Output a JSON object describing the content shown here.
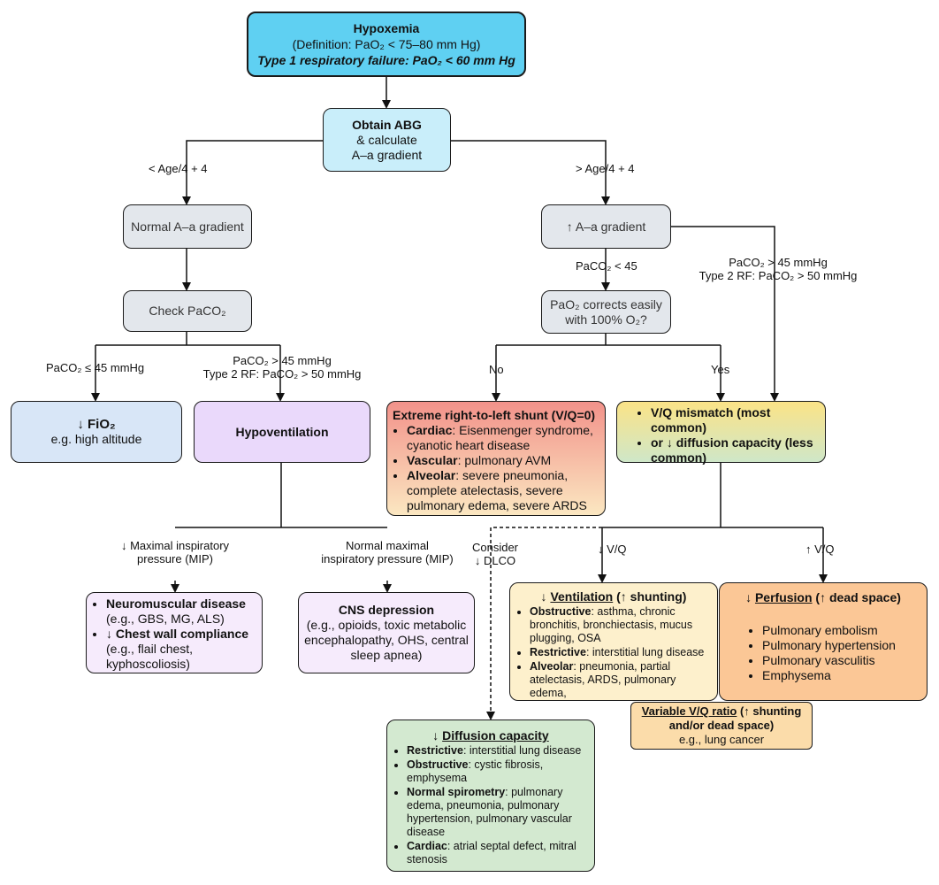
{
  "hypoxemia": {
    "title": "Hypoxemia",
    "definition": "(Definition: PaO₂ < 75–80 mm Hg)",
    "type1": "Type 1 respiratory failure: PaO₂ < 60 mm Hg"
  },
  "abg": {
    "title": "Obtain ABG",
    "line2": "& calculate",
    "line3": "A–a gradient"
  },
  "labels": {
    "age_low": "< Age/4 + 4",
    "age_high": "> Age/4 + 4",
    "paco2_le45": "PaCO₂ ≤ 45 mmHg",
    "paco2_gt45_left": "PaCO₂ > 45 mmHg",
    "type2_left": "Type 2 RF: PaCO₂ > 50 mmHg",
    "paco2_lt45": "PaCO₂ < 45",
    "paco2_gt45_right": "PaCO₂ > 45 mmHg",
    "type2_right": "Type 2 RF: PaCO₂ > 50 mmHg",
    "no": "No",
    "yes": "Yes",
    "mip_low_1": "↓ Maximal inspiratory",
    "mip_low_2": "pressure (MIP)",
    "mip_normal_1": "Normal maximal",
    "mip_normal_2": "inspiratory pressure (MIP)",
    "consider_1": "Consider",
    "consider_2": "↓ DLCO",
    "vq_low": "↓ V/Q",
    "vq_high": "↑ V/Q"
  },
  "normal_gradient": {
    "label": "Normal A–a gradient"
  },
  "check_paco2": {
    "label": "Check PaCO₂"
  },
  "fio2": {
    "title": "↓ FiO₂",
    "example": "e.g. high altitude"
  },
  "hypoventilation": {
    "title": "Hypoventilation"
  },
  "neuromuscular": {
    "item1_title": "Neuromuscular disease",
    "item1_detail": "(e.g., GBS, MG, ALS)",
    "item2_title": "↓ Chest wall compliance",
    "item2_detail": "(e.g., flail chest, kyphoscoliosis)"
  },
  "cns": {
    "title": "CNS depression",
    "detail": "(e.g., opioids, toxic metabolic encephalopathy, OHS, central sleep apnea)"
  },
  "high_gradient": {
    "label": "↑ A–a gradient"
  },
  "corrects": {
    "line1": "PaO₂ corrects easily",
    "line2": "with 100% O₂?"
  },
  "shunt": {
    "title": "Extreme right-to-left shunt (V/Q=0)",
    "items": [
      {
        "term": "Cardiac",
        "text": ": Eisenmenger syndrome, cyanotic heart disease"
      },
      {
        "term": "Vascular",
        "text": ": pulmonary AVM"
      },
      {
        "term": "Alveolar",
        "text": ": severe pneumonia, complete atelectasis, severe pulmonary edema, severe ARDS"
      }
    ]
  },
  "vq_mismatch": {
    "items": [
      "V/Q mismatch (most common)",
      "or ↓ diffusion capacity (less common)"
    ]
  },
  "ventilation": {
    "title_arrow": "↓ ",
    "title": "Ventilation",
    "title_suffix": " (↑ shunting)",
    "items": [
      {
        "term": "Obstructive",
        "text": ": asthma, chronic bronchitis, bronchiectasis, mucus plugging, OSA"
      },
      {
        "term": "Restrictive",
        "text": ": interstitial lung disease"
      },
      {
        "term": "Alveolar",
        "text": ": pneumonia, partial atelectasis, ARDS, pulmonary edema,"
      }
    ]
  },
  "perfusion": {
    "title_arrow": "↓ ",
    "title": "Perfusion",
    "title_suffix": " (↑ dead space)",
    "items": [
      "Pulmonary embolism",
      "Pulmonary hypertension",
      "Pulmonary vasculitis",
      "Emphysema"
    ]
  },
  "variable_vq": {
    "title": "Variable V/Q ratio",
    "title_suffix": " (↑ shunting and/or dead space)",
    "example": "e.g., lung cancer"
  },
  "diffusion": {
    "title_arrow": "↓ ",
    "title": "Diffusion capacity",
    "items": [
      {
        "term": "Restrictive",
        "text": ": interstitial lung disease"
      },
      {
        "term": "Obstructive",
        "text": ": cystic fibrosis, emphysema"
      },
      {
        "term": "Normal spirometry",
        "text": ": pulmonary edema, pneumonia, pulmonary hypertension, pulmonary vascular disease"
      },
      {
        "term": "Cardiac",
        "text": ": atrial septal defect, mitral stenosis"
      }
    ]
  },
  "colors": {
    "cyan_strong": "#5fd0f2",
    "cyan_light": "#c9eefa",
    "gray": "#e3e7ec",
    "blue_light": "#d8e6f7",
    "purple": "#ead9fb",
    "purple_light": "#f6ebfc",
    "shunt_top": "#f2928a",
    "shunt_bottom": "#fbe7c1",
    "vq_top": "#fbe387",
    "vq_bottom": "#cfe7c8",
    "cream": "#fdf0cc",
    "orange": "#fbc796",
    "variable": "#fbdcaa",
    "green": "#d3e9d0"
  }
}
